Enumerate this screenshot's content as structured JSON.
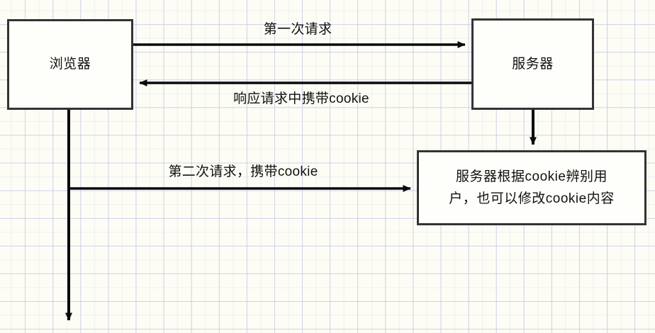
{
  "diagram": {
    "title": "cookie-request-flow",
    "background_color": "#fdfdf5",
    "grid_color": "#c6c6e8",
    "stroke_color": "#333333",
    "text_color": "#111111",
    "nodes": [
      {
        "id": "browser",
        "label": "浏览器"
      },
      {
        "id": "server",
        "label": "服务器"
      },
      {
        "id": "cookie_handler",
        "line1": "服务器根据cookie辨别用",
        "line2": "户，也可以修改cookie内容"
      }
    ],
    "edges": [
      {
        "id": "first_request",
        "label": "第一次请求",
        "from": "browser",
        "to": "server",
        "direction": "right"
      },
      {
        "id": "response_cookie",
        "label": "响应请求中携带cookie",
        "from": "server",
        "to": "browser",
        "direction": "left"
      },
      {
        "id": "second_request",
        "label": "第二次请求，携带cookie",
        "from": "browser",
        "to": "cookie_handler",
        "direction": "right"
      },
      {
        "id": "server_to_handler",
        "label": "",
        "from": "server",
        "to": "cookie_handler",
        "direction": "down"
      },
      {
        "id": "browser_timeline",
        "label": "",
        "from": "browser",
        "to": "",
        "direction": "down"
      }
    ]
  }
}
